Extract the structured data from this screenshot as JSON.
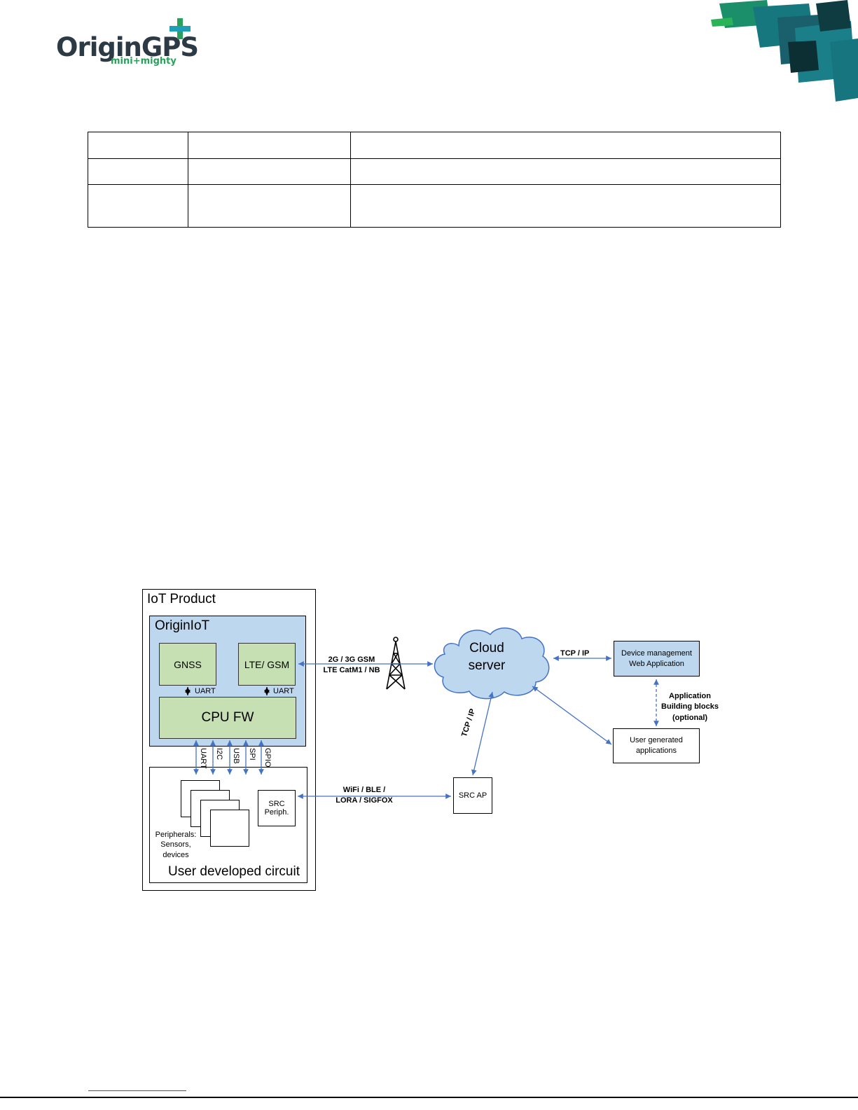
{
  "header": {
    "logo_text": "OriginGPS",
    "logo_tagline": "mini+mighty"
  },
  "table": {
    "rows": [
      [
        "",
        "",
        ""
      ],
      [
        "",
        "",
        ""
      ],
      [
        "",
        "",
        ""
      ]
    ]
  },
  "diagram": {
    "iot_product": "IoT Product",
    "origin_iot": "OriginIoT",
    "gnss": "GNSS",
    "lte_gsm": "LTE/ GSM",
    "uart_left": "UART",
    "uart_right": "UART",
    "cpu_fw": "CPU FW",
    "interfaces": [
      "UART",
      "I2C",
      "USB",
      "SPI",
      "GPIO"
    ],
    "peripherals_label": "Peripherals:\nSensors,\ndevices",
    "src_periph": "SRC\nPeriph.",
    "user_circuit": "User developed circuit",
    "cellular_link": "2G / 3G GSM\nLTE CatM1 / NB",
    "cloud_server": "Cloud\nserver",
    "tcp_ip_top": "TCP / IP",
    "tcp_ip_vertical": "TCP / IP",
    "device_mgmt": "Device management\nWeb Application",
    "app_blocks": "Application\nBuilding blocks\n(optional)",
    "user_apps": "User generated\napplications",
    "wireless_link": "WiFi / BLE /\nLORA / SIGFOX",
    "src_ap": "SRC AP"
  },
  "colors": {
    "module_fill": "#bdd7ee",
    "block_fill": "#c6e0b4",
    "arrow": "#4472c4",
    "logo_dark": "#2b3a44",
    "logo_green": "#2aa15a"
  }
}
